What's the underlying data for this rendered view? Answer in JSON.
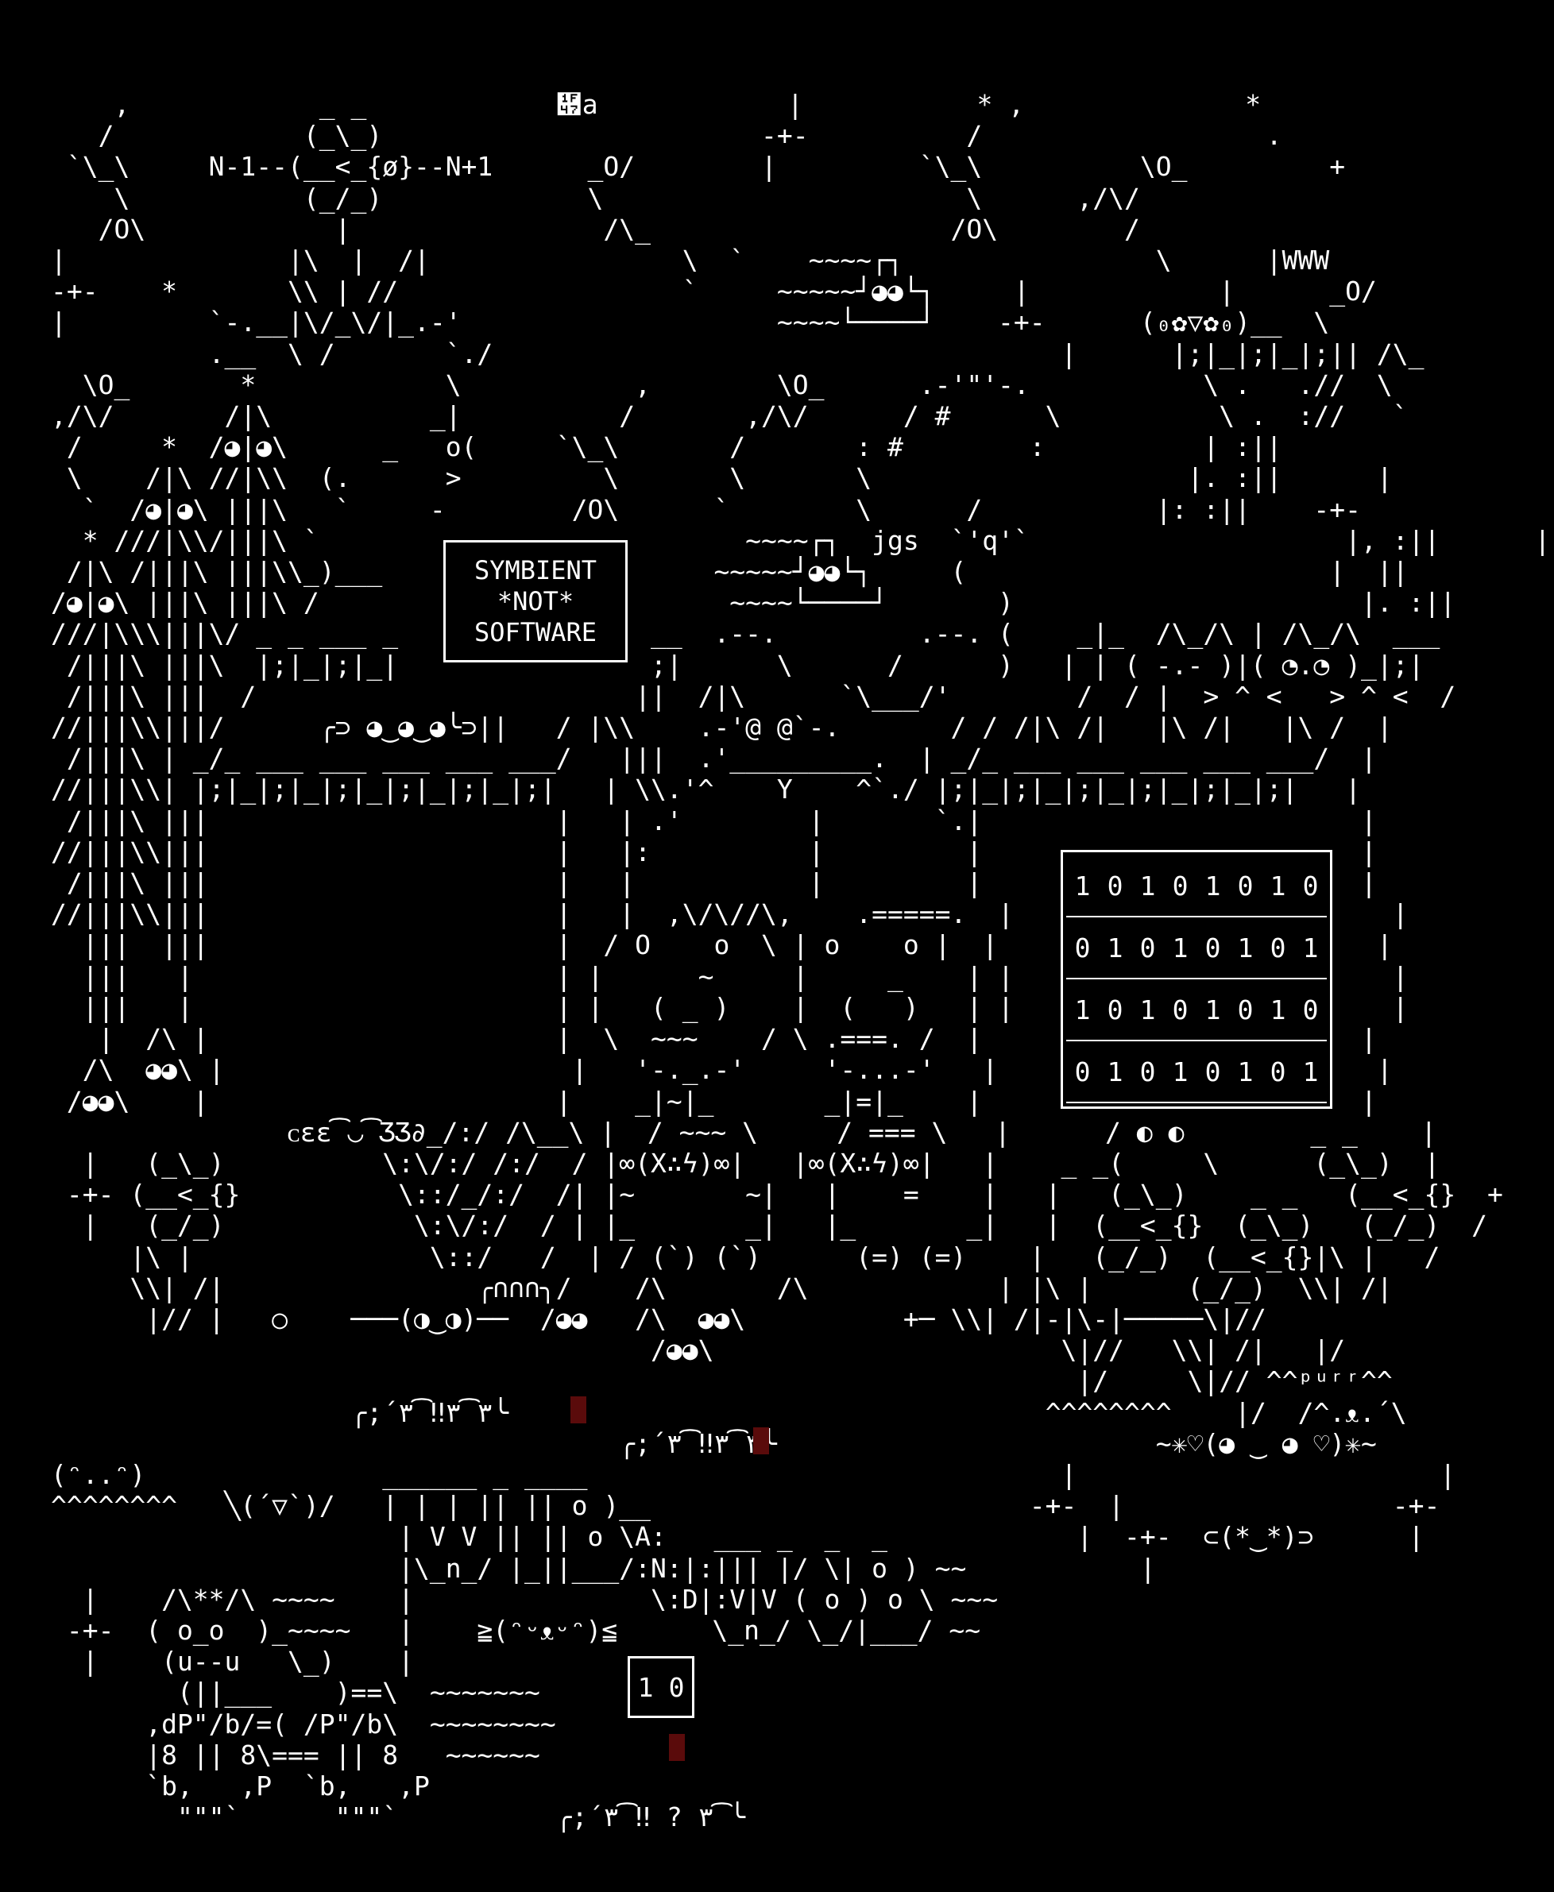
{
  "colors": {
    "background": "#000000",
    "foreground": "#ffffff",
    "highlight": "#5a0b0b"
  },
  "sign": {
    "line1": "SYMBIENT",
    "line2": "*NOT*",
    "line3": "SOFTWARE"
  },
  "binary_grid": {
    "rows": [
      [
        "1",
        "0",
        "1",
        "0",
        "1",
        "0",
        "1",
        "0"
      ],
      [
        "0",
        "1",
        "0",
        "1",
        "0",
        "1",
        "0",
        "1"
      ],
      [
        "1",
        "0",
        "1",
        "0",
        "1",
        "0",
        "1",
        "0"
      ],
      [
        "0",
        "1",
        "0",
        "1",
        "0",
        "1",
        "0",
        "1"
      ]
    ]
  },
  "binary_box": {
    "a": "1",
    "b": "0"
  },
  "ascii_art": "    ,            _ _            ὇a            |           * ,              *\n   /            (_\\_)                        -+-          /                  .\n `\\_\\     N-1--(__<_{ø}--N+1      _O/        |         `\\_\\          \\O_         +\n    \\           (_/_)             \\                       \\      ,/\\/\n   /O\\            |                /\\_                   /O\\        /\n|              |\\  |  /|                \\  `    ~~~~┌┐                \\      |WWW\n-+-    *       \\\\ | //                  `     ~~~~~┘◕◕└┐     |            |      _O/\n|         `-.__|\\/_\\/|_.-'                    ~~~~└────┘    -+-      (₀✿▽✿₀)__  \\\n          .__  \\ /       `./                                    |      |;|_|;|_|;|| /\\_\n  \\O_       *            \\           ,        \\O_      .-'\"'-.           \\ .   .//  \\\n,/\\/       /|\\          _|          /       ,/\\/      / #      \\          \\ .  ://   `\n /     *  /◕|◕\\      _   o(     `\\_\\       /       : #        :          | :||\n \\    /|\\ //|\\\\  (.      >         \\       \\       \\                    |. :||      |\n  `  /◕|◕\\ |||\\   `     -        /O\\      `        \\      /           |: :||    -+-\n  * ///|\\\\/|||\\ `                           ~~~~┌┐  jgs  `'q'`                    |, :||      |\n /|\\ /|||\\ |||\\\\_)___                     ~~~~~┘◕◕└┐     (                       |  ||\n/◕|◕\\ |||\\ |||\\ /                          ~~~~└────┘       )                      |. :||\n///|\\\\\\|||\\/ _ _ ___ _                __  .--.         .--. (    _|_  /\\_/\\ | /\\_/\\  ___\n /|||\\ |||\\  |;|_|;|_|                ;|      \\      /      )   | | ( -.- )|( ◔.◔ )_|;|\n /|||\\ |||  /                        ||  /|\\      `\\___/'        /  / |  > ^ <   > ^ <  /\n//|||\\\\|||/      ╭⊃ ◕‿◕‿◕╰⊃||   / |\\\\    .-'@ @`-.       / / /|\\ /|   |\\ /|   |\\ /  |\n /|||\\ | _/_ ___ ___ ___ ___ ___/   |||  .'_________.  | _/_ ___ ___ ___ ___ ___/  |\n//|||\\\\| |;|_|;|_|;|_|;|_|;|_|;|   | \\\\.'^    Y    ^`./ |;|_|;|_|;|_|;|_|;|_|;|   |\n /|||\\ |||                      |   | .'        |       `.|                        |\n//|||\\\\|||                      |   |:          |         |                        |\n /|||\\ |||                      |   |           |         |                        |\n//|||\\\\|||                      |   |  ,\\/\\//\\,    .=====.  |                        |\n  |||  |||                      |  / O    o  \\ | o    o |  |                        |\n  |||   |                       | |      ~     |     _    | |                        |\n  |||   |                       | |   ( _ )    |  (   )   | |                        |\n   |  /\\ |                      |  \\  ~~~    / \\ .===. /  |                        |\n  /\\  ◕◕\\ |                      |   '-._.-'     '-...-'   |                        |\n /◕◕\\    |                      |    _|~|_       _|=|_    |                        |\n               ᴄεε͡◡͡ƷƷ∂_/:/ /\\__\\ |  / ~~~ \\     / === \\   |      / ◐ ◐        _ _    |\n  |   (_\\_)          \\:\\/:/ /:/  / |∞(X∴ϟ)∞|   |∞(X∴ϟ)∞|   |    _ _(     \\      (_\\_)  |\n -+- (__<_{}          \\::/_/:/  /| |~       ~|   |    =    |   |   (_\\_)    _ _   (__<_{}  +\n  |   (_/_)            \\:\\/:/  / | |_       _|   |_       _|   |  (__<_{}  (_\\_)   (_/_)  /\n     |\\ |               \\::/   /  | / (`) (`)      (=) (=)    |   (_/_)  (__<_{}|\\ |   /\n     \\\\| /|                ╭∩∩∩╮/    /\\       /\\            | |\\ |      (_/_)  \\\\| /|\n      |// |   ○    ───(◑‿◑)──  /◕◕   /\\  ◕◕\\          +─ \\\\| /|-|\\-|─────\\|//\n                                      /◕◕\\                      \\|//   \\\\| /|   |/\n                                                                 |/     \\|// ^^ᵖᵘʳʳ^^\n                   ╭;´٣͡٣‼͡٣╰                                  ^^^^^^^^    |/  /^.ᴥ.´\\\n                                    ╭;´٣͡٣‼͡٣╰                        ~✳♡(◕ ‿ ◕ ♡)✳~\n(ᵔ..ᵔ)               ______ _ ____                              |                       |\n^^^^^^^^   ╲(´▽`)/   | | | || || o )__                        -+-  |                 -+-\n                      | V V || || o \\A:   ___ _  _  _            |  -+-  ⊂(*‿*)⊃      |\n                      |\\_n_/ |_||___/:N:|:||| |/ \\| o ) ~~           |\n  |    /\\**/\\ ~~~~    |               \\:D|:V|V ( o ) o \\ ~~~\n -+-  ( o_o  )_~~~~   |    ≧(ᵔᵕᴥᵕᵔ)≦      \\_n_/ \\_/|___/ ~~\n  |    (u--u   \\_)    |\n        (||___    )==\\  ~~~~~~~\n      ,dP\"/b/=( /P\"/b\\  ~~~~~~~~\n      |8 || 8\\=== || 8   ~~~~~~\n      `b,   ,P  `b,   ,P\n        \"\"\"`      \"\"\"`          ╭;´٣͡ ? ‼͡٣╰"
}
